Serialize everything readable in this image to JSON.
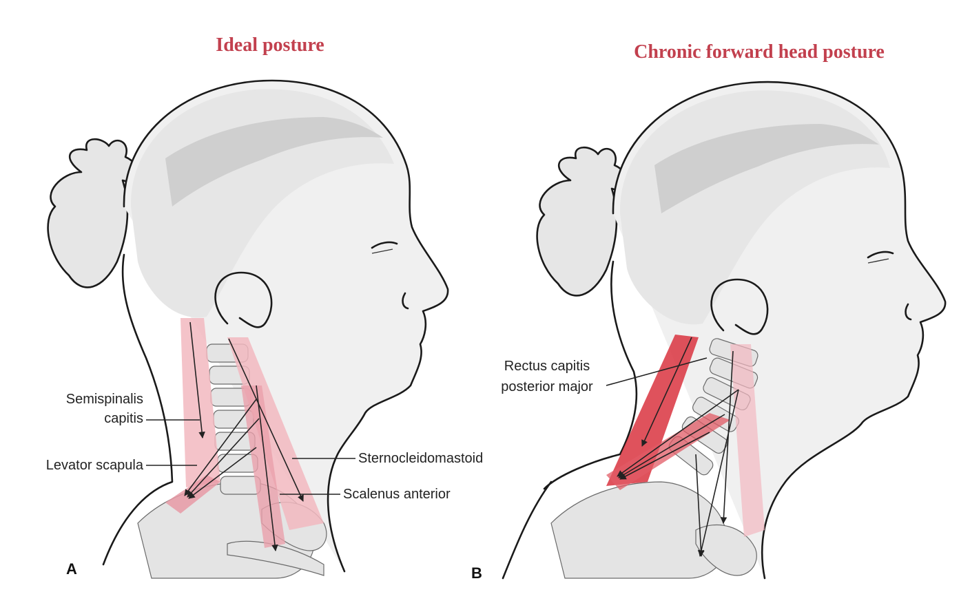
{
  "panels": [
    {
      "id": "A",
      "title": "Ideal posture",
      "letter": "A",
      "labels": {
        "semispinalis_line1": "Semispinalis",
        "semispinalis_line2": "capitis",
        "levator": "Levator scapula",
        "sternocleidomastoid": "Sternocleidomastoid",
        "scalenus": "Scalenus anterior"
      }
    },
    {
      "id": "B",
      "title": "Chronic forward head posture",
      "letter": "B",
      "labels": {
        "rectus_line1": "Rectus capitis",
        "rectus_line2": "posterior major"
      }
    }
  ],
  "colors": {
    "title": "#c2404e",
    "muscle_light": "#f2b8c0",
    "muscle_dark": "#d9343f"
  }
}
